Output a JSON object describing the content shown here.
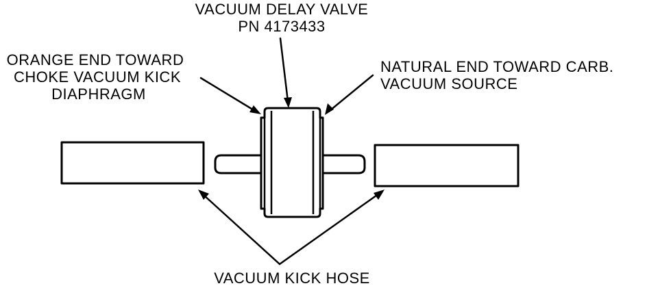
{
  "labels": {
    "valve_title_line1": "VACUUM DELAY VALVE",
    "valve_title_line2": "PN 4173433",
    "orange_end_line1": "ORANGE END TOWARD",
    "orange_end_line2": "CHOKE VACUUM KICK",
    "orange_end_line3": "DIAPHRAGM",
    "natural_end_line1": "NATURAL END TOWARD CARB.",
    "natural_end_line2": "VACUUM SOURCE",
    "hose_label": "VACUUM KICK HOSE"
  }
}
